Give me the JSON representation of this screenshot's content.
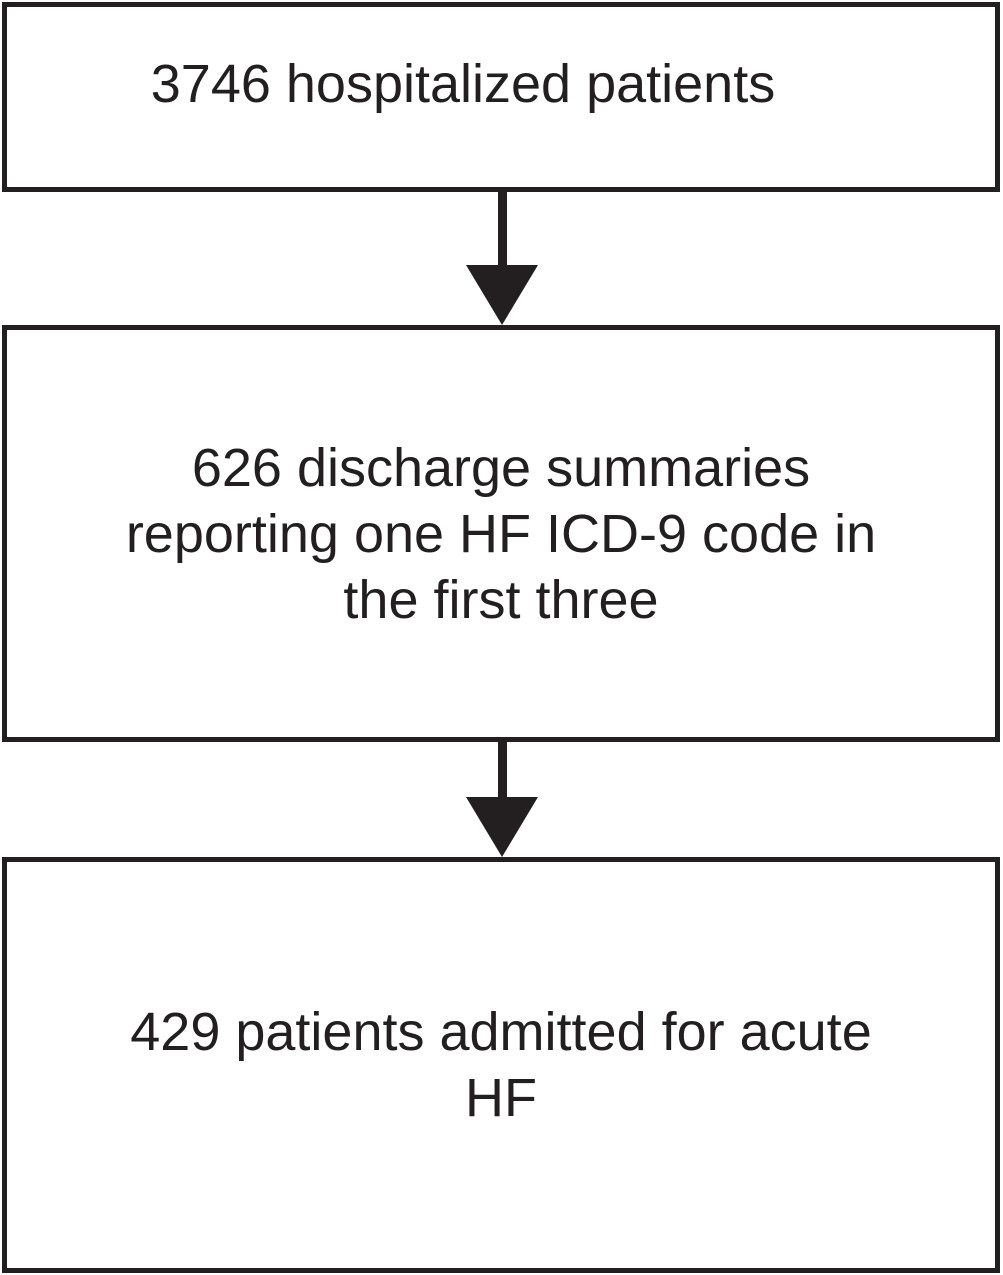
{
  "figure": {
    "type": "flowchart",
    "orientation": "vertical",
    "background_color": "#ffffff",
    "line_color": "#231f20",
    "text_color": "#231f20"
  },
  "boxes": [
    {
      "id": "hospitalized-patients",
      "count": 3746,
      "lines": [
        "3746 hospitalized patients"
      ]
    },
    {
      "id": "discharge-summaries",
      "count": 626,
      "lines": [
        "626 discharge summaries",
        "reporting one HF ICD-9 code in",
        "the first three"
      ]
    },
    {
      "id": "acute-hf-admissions",
      "count": 429,
      "lines": [
        "429 patients admitted for acute",
        "HF"
      ]
    }
  ],
  "connectors": [
    {
      "from": "hospitalized-patients",
      "to": "discharge-summaries",
      "style": "solid-arrow-down"
    },
    {
      "from": "discharge-summaries",
      "to": "acute-hf-admissions",
      "style": "solid-arrow-down"
    }
  ]
}
